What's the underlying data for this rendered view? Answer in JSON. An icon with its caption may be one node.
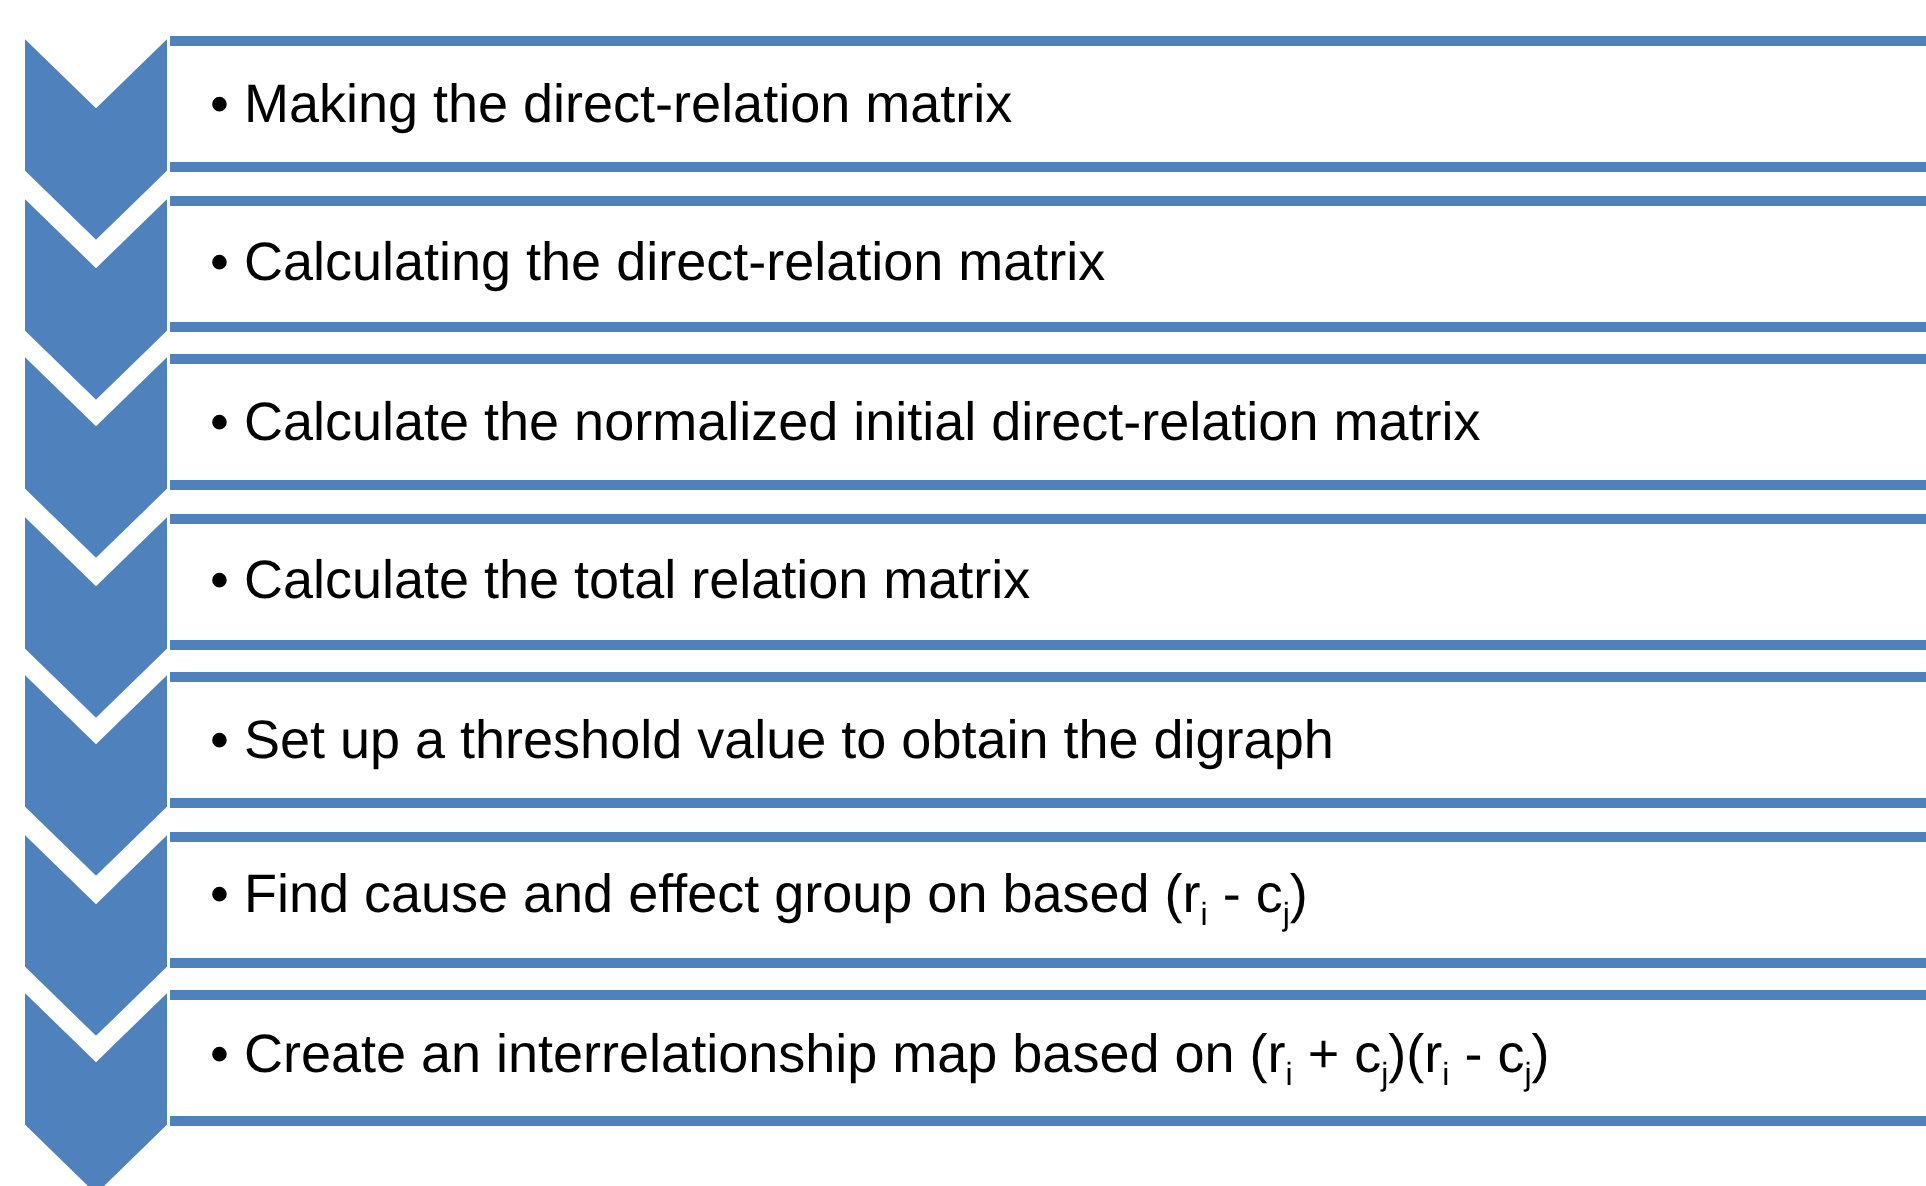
{
  "diagram": {
    "nodes": [
      {
        "text": [],
        "shape": "chevron"
      },
      {
        "text": [
          "• Making the direct-relation matrix"
        ]
      },
      {
        "text": [],
        "shape": "chevron"
      },
      {
        "text": [
          "• Calculating the direct-relation matrix"
        ]
      },
      {
        "text": [],
        "shape": "chevron"
      },
      {
        "text": [
          "• Calculate the normalized initial direct-relation matrix"
        ]
      },
      {
        "text": [],
        "shape": "chevron"
      },
      {
        "text": [
          "• Calculate the total relation matrix"
        ]
      },
      {
        "text": [],
        "shape": "chevron"
      },
      {
        "text": [
          "• Set up a threshold value to obtain the digraph"
        ]
      },
      {
        "text": [],
        "shape": "chevron"
      },
      {
        "text": [
          "• Find cause and effect group on based (r$_{i}$ - c$_{j}$)"
        ]
      },
      {
        "text": [],
        "shape": "chevron"
      },
      {
        "text": [
          "• Create an interrelationship map based on (r$_{i}$ + c$_{j}$)(r$_{i}$ - c$_{j}$)"
        ]
      }
    ]
  }
}
